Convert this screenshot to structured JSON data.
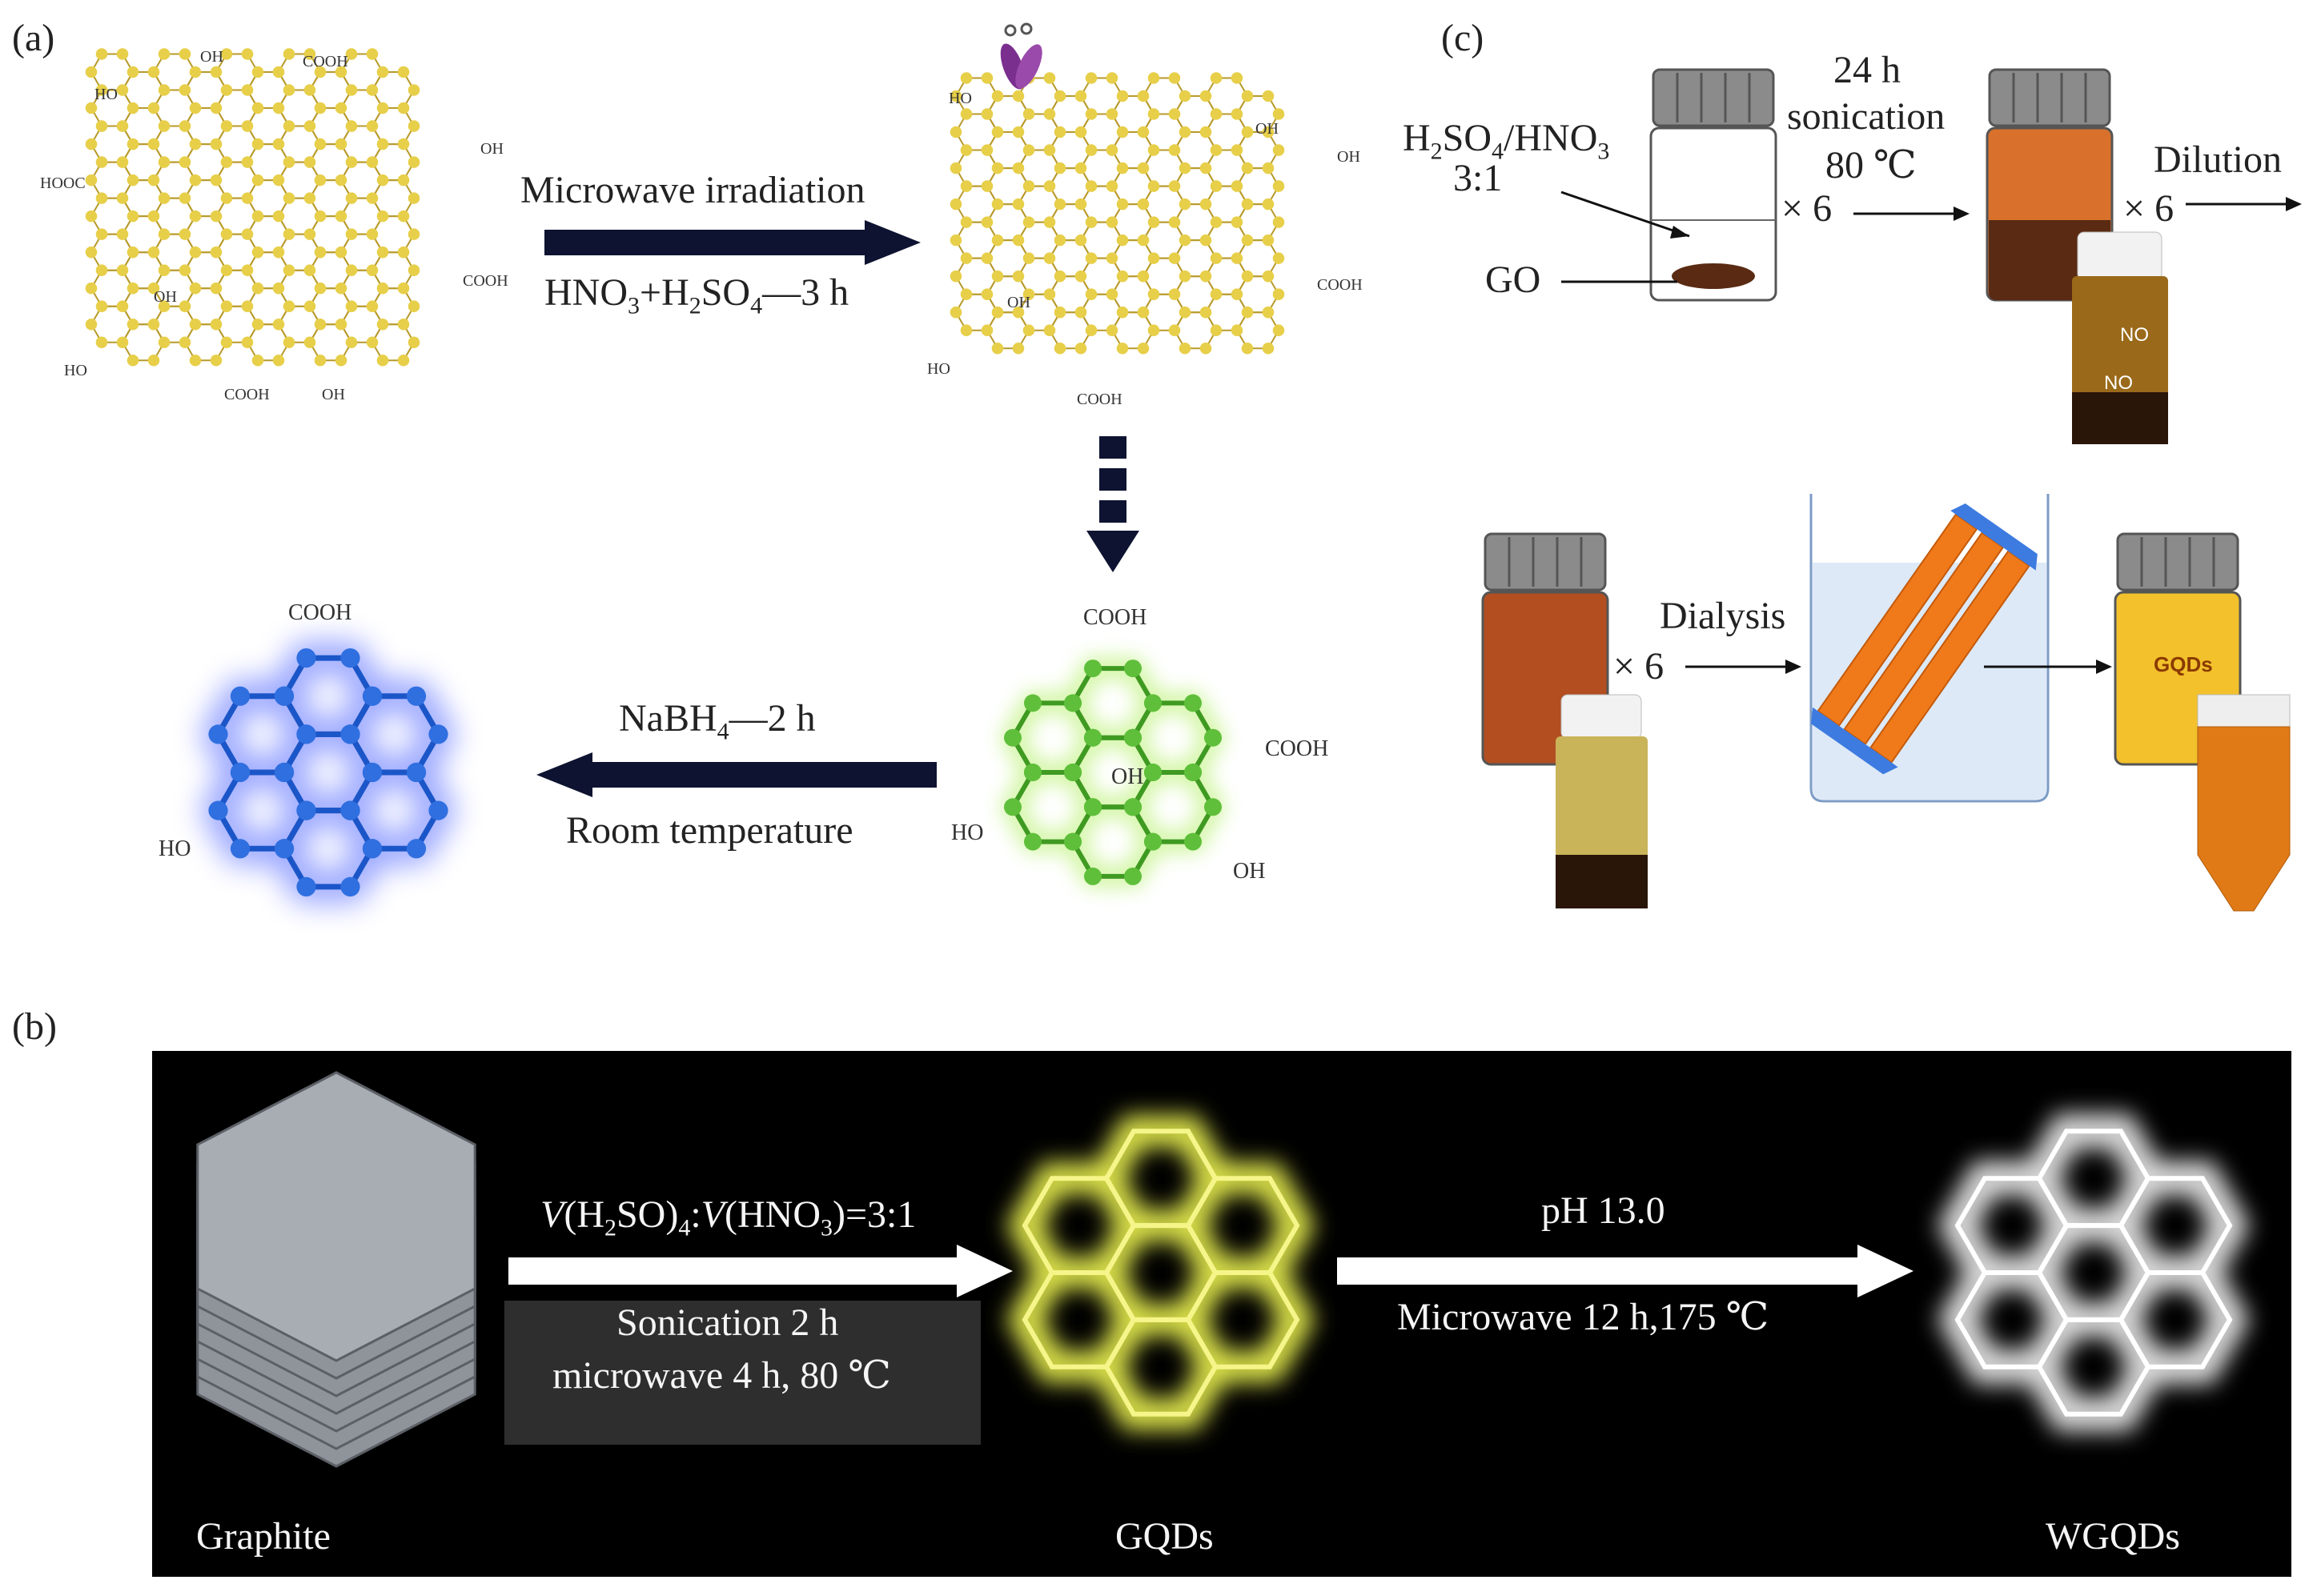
{
  "panel_a": {
    "label": "(a)",
    "step1_top": "Microwave irradiation",
    "step1_bottom_parts": [
      "HNO",
      "3",
      "+H",
      "2",
      "SO",
      "4",
      "—3 h"
    ],
    "step2_top_parts": [
      "NaBH",
      "4",
      "—2 h"
    ],
    "step2_bottom": "Room temperature",
    "groups": {
      "oh": "OH",
      "ho": "HO",
      "cooh": "COOH",
      "hooc": "HOOC"
    }
  },
  "panel_b": {
    "label": "(b)",
    "ratio_parts": [
      "V",
      "(H",
      "2",
      "SO)",
      "4",
      ":",
      "V",
      "(HNO",
      "3",
      ")=3:1"
    ],
    "cond1_line1": "Sonication 2 h",
    "cond1_line2": "microwave 4 h, 80 ℃",
    "cond2_top": "pH 13.0",
    "cond2_bottom": "Microwave 12 h,175 ℃",
    "graphite": "Graphite",
    "gqds": "GQDs",
    "wgqds": "WGQDs"
  },
  "panel_c": {
    "label": "(c)",
    "acid_parts": [
      "H",
      "2",
      "SO",
      "4",
      "/HNO",
      "3"
    ],
    "acid_ratio": "3:1",
    "go": "GO",
    "time": "24 h",
    "sonication": "sonication",
    "temp": "80 ℃",
    "times6": "× 6",
    "dilution": "Dilution",
    "dialysis": "Dialysis",
    "gqds_label": "GQDs",
    "bottle_text_1": "NO",
    "bottle_text_2": "NO"
  },
  "colors": {
    "yellow_atom": "#e7cf4a",
    "green_atom": "#5fbf3a",
    "blue_atom": "#2f6fe0",
    "arrow_dark": "#0d1330",
    "orange_liquid": "#d9712c",
    "brown_liquid": "#5a2a12",
    "yellow_liquid": "#f2c12c"
  }
}
